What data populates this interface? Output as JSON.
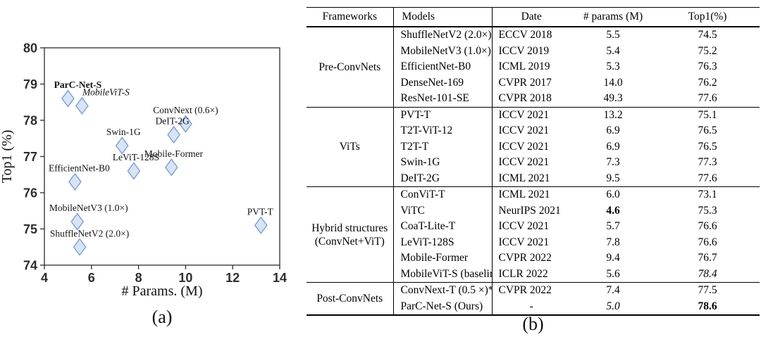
{
  "chart_data": [
    {
      "type": "scatter",
      "caption": "(a)",
      "xlabel": "# Params. (M)",
      "ylabel": "Top1 (%)",
      "xlim": [
        4,
        14
      ],
      "ylim": [
        74,
        80
      ],
      "xticks": [
        4,
        6,
        8,
        10,
        12,
        14
      ],
      "yticks": [
        74,
        75,
        76,
        77,
        78,
        79,
        80
      ],
      "grid": false,
      "marker": {
        "shape": "diamond",
        "fill": "#d8e4f5",
        "stroke": "#7d9fd2"
      },
      "axis_color": "#3a3a3a",
      "points": [
        {
          "label": "ParC-Net-S",
          "x": 5.0,
          "y": 78.6,
          "style": "bold"
        },
        {
          "label": "MobileViT-S",
          "x": 5.6,
          "y": 78.4,
          "style": "italic"
        },
        {
          "label": "ConvNext (0.6×)",
          "x": 10.0,
          "y": 77.9,
          "style": "normal"
        },
        {
          "label": "DeIT-2G",
          "x": 9.5,
          "y": 77.6,
          "style": "normal"
        },
        {
          "label": "Swin-1G",
          "x": 7.3,
          "y": 77.3,
          "style": "normal"
        },
        {
          "label": "Mobile-Former",
          "x": 9.4,
          "y": 76.7,
          "style": "normal"
        },
        {
          "label": "LeViT-128S",
          "x": 7.8,
          "y": 76.6,
          "style": "normal"
        },
        {
          "label": "EfficientNet-B0",
          "x": 5.3,
          "y": 76.3,
          "style": "normal"
        },
        {
          "label": "MobileNetV3 (1.0×)",
          "x": 5.4,
          "y": 75.2,
          "style": "normal"
        },
        {
          "label": "ShuffleNetV2 (2.0×)",
          "x": 5.5,
          "y": 74.5,
          "style": "normal"
        },
        {
          "label": "PVT-T",
          "x": 13.2,
          "y": 75.1,
          "style": "normal"
        }
      ]
    },
    {
      "type": "table",
      "caption": "(b)",
      "headers": [
        "Frameworks",
        "Models",
        "Date",
        "# params (M)",
        "Top1(%)"
      ],
      "groups": [
        {
          "framework_lines": [
            "Pre-ConvNets"
          ],
          "rows": [
            [
              "ShuffleNetV2 (2.0×)",
              "ECCV 2018",
              "5.5",
              "74.5"
            ],
            [
              "MobileNetV3 (1.0×)",
              "ICCV 2019",
              "5.4",
              "75.2"
            ],
            [
              "EfficientNet-B0",
              "ICML 2019",
              "5.3",
              "76.3"
            ],
            [
              "DenseNet-169",
              "CVPR 2017",
              "14.0",
              "76.2"
            ],
            [
              "ResNet-101-SE",
              "CVPR 2018",
              "49.3",
              "77.6"
            ]
          ]
        },
        {
          "framework_lines": [
            "ViTs"
          ],
          "rows": [
            [
              "PVT-T",
              "ICCV 2021",
              "13.2",
              "75.1"
            ],
            [
              "T2T-ViT-12",
              "ICCV 2021",
              "6.9",
              "76.5"
            ],
            [
              "T2T-T",
              "ICCV 2021",
              "6.9",
              "76.5"
            ],
            [
              "Swin-1G",
              "ICCV 2021",
              "7.3",
              "77.3"
            ],
            [
              "DeIT-2G",
              "ICML 2021",
              "9.5",
              "77.6"
            ]
          ]
        },
        {
          "framework_lines": [
            "Hybrid structures",
            "(ConvNet+ViT)"
          ],
          "rows": [
            [
              "ConViT-T",
              "ICML 2021",
              "6.0",
              "73.1"
            ],
            [
              "ViTC",
              "NeurIPS 2021",
              {
                "t": "4.6",
                "s": "bold"
              },
              "75.3"
            ],
            [
              "CoaT-Lite-T",
              "ICCV 2021",
              "5.7",
              "76.6"
            ],
            [
              "LeViT-128S",
              "ICCV 2021",
              "7.8",
              "76.6"
            ],
            [
              "Mobile-Former",
              "CVPR 2022",
              "9.4",
              "76.7"
            ],
            [
              "MobileViT-S (baseline)",
              "ICLR 2022",
              "5.6",
              {
                "t": "78.4",
                "s": "italic"
              }
            ]
          ]
        },
        {
          "framework_lines": [
            "Post-ConvNets"
          ],
          "rows": [
            [
              "ConvNext-T (0.5 ×)*",
              "CVPR 2022",
              "7.4",
              "77.5"
            ],
            [
              "ParC-Net-S (Ours)",
              "-",
              {
                "t": "5.0",
                "s": "italic"
              },
              {
                "t": "78.6",
                "s": "bold"
              }
            ]
          ]
        }
      ]
    }
  ]
}
